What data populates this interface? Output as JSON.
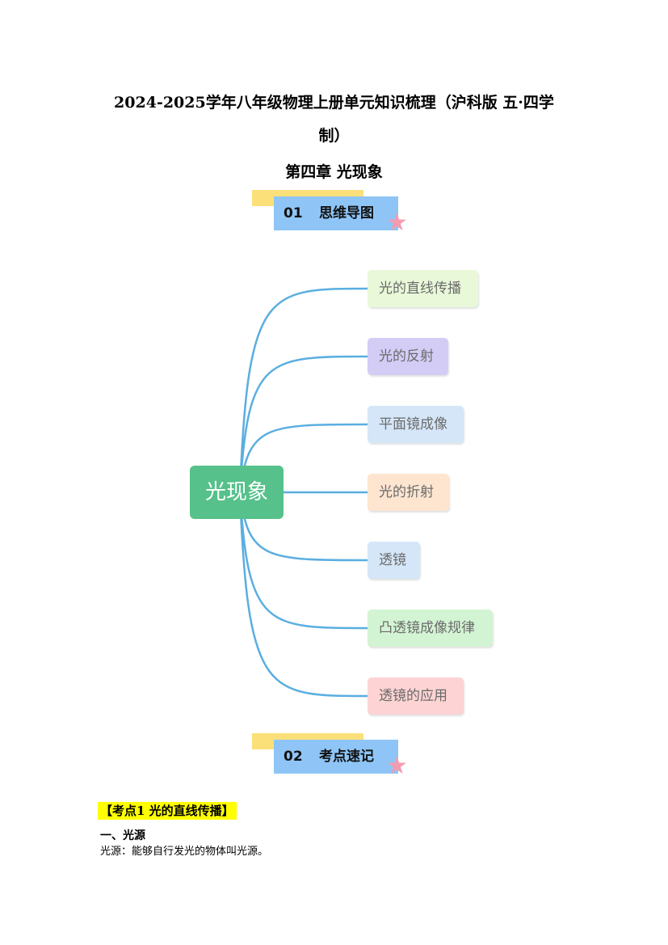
{
  "title_line1": "2024-2025学年八年级物理上册单元知识梳理（沪科版  五·四学",
  "title_line2": "制）",
  "chapter": "第四章  光现象",
  "section1": {
    "num": "01",
    "label": "思维导图"
  },
  "section2": {
    "num": "02",
    "label": "考点速记"
  },
  "mindmap": {
    "center": "光现象",
    "branches": [
      {
        "label": "光的直线传播",
        "color": "#e9f8d9"
      },
      {
        "label": "光的反射",
        "color": "#d3cdf6"
      },
      {
        "label": "平面镜成像",
        "color": "#d4e6f8"
      },
      {
        "label": "光的折射",
        "color": "#fde5d0"
      },
      {
        "label": "透镜",
        "color": "#d4e6f8"
      },
      {
        "label": "凸透镜成像规律",
        "color": "#d3f4d3"
      },
      {
        "label": "透镜的应用",
        "color": "#fdd3d3"
      }
    ]
  },
  "kaodian": "【考点1  光的直线传播】",
  "heading": "一、光源",
  "para": "光源：能够自行发光的物体叫光源。"
}
